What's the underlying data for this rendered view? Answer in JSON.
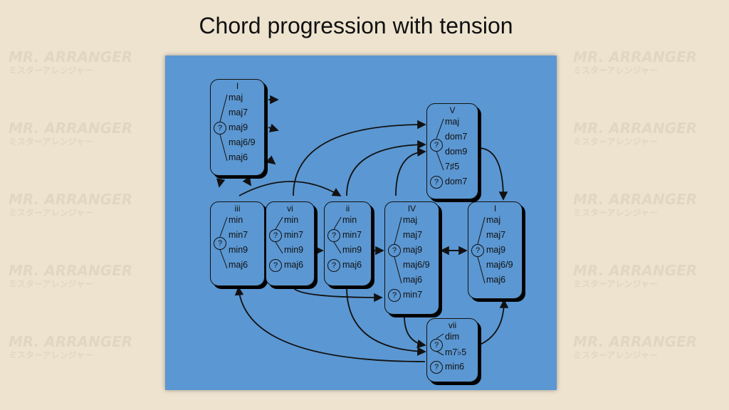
{
  "slide": {
    "title": "Chord progression with tension"
  },
  "watermark": {
    "line1": "MR. ARRANGER",
    "line2": "ミスターアレンジャー"
  },
  "question_mark": "?",
  "boxes": {
    "I_top": {
      "numeral": "I",
      "items": [
        "maj",
        "maj7",
        "maj9",
        "maj6/9",
        "maj6"
      ]
    },
    "iii": {
      "numeral": "iii",
      "items": [
        "min",
        "min7",
        "min9",
        "maj6"
      ]
    },
    "vi": {
      "numeral": "vi",
      "items": [
        "min",
        "min7",
        "min9",
        "maj6"
      ]
    },
    "ii": {
      "numeral": "ii",
      "items": [
        "min",
        "min7",
        "min9",
        "maj6"
      ]
    },
    "IV": {
      "numeral": "IV",
      "items": [
        "maj",
        "maj7",
        "maj9",
        "maj6/9",
        "maj6",
        "min7"
      ]
    },
    "I_right": {
      "numeral": "I",
      "items": [
        "maj",
        "maj7",
        "maj9",
        "maj6/9",
        "maj6"
      ]
    },
    "V": {
      "numeral": "V",
      "items": [
        "maj",
        "dom7",
        "dom9",
        "7♯5",
        "dom7"
      ]
    },
    "vii": {
      "numeral": "vii",
      "items": [
        "dim",
        "m7♭5",
        "min6"
      ]
    }
  },
  "colors": {
    "panel": "#5b97d2",
    "background": "#ede3cf"
  }
}
